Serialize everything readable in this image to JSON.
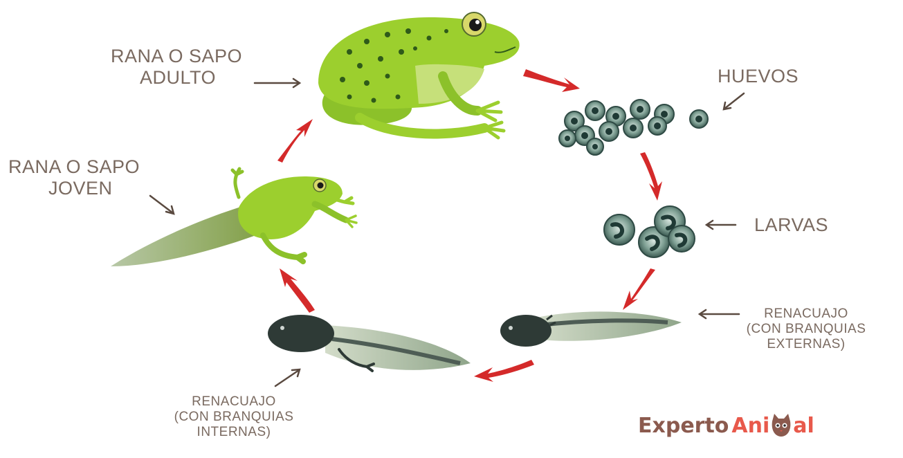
{
  "labels": {
    "adult": [
      "RANA O SAPO",
      "ADULTO"
    ],
    "young": [
      "RANA O SAPO",
      "JOVEN"
    ],
    "eggs": "HUEVOS",
    "larvae": "LARVAS",
    "tadpole_external": [
      "RENACUAJO",
      "(CON BRANQUIAS",
      "EXTERNAS)"
    ],
    "tadpole_internal": [
      "RENACUAJO",
      "(CON BRANQUIAS",
      "INTERNAS)"
    ]
  },
  "brand": {
    "part_a": "Experto",
    "part_b": "Ani",
    "part_c": "al"
  },
  "colors": {
    "label_text": "#7a6a60",
    "cycle_arrow": "#d42a2a",
    "pointer_arrow": "#5a4a40",
    "frog_green": "#9ccf2e",
    "frog_dark_spots": "#2f5a1a",
    "tadpole_dark": "#2e3a36",
    "tadpole_fin": "#a9b8a2",
    "brand_brown": "#8b5a4e",
    "brand_red": "#e8594b"
  },
  "icons": [
    "adult-frog",
    "eggs",
    "larvae",
    "tadpole-external-gills",
    "tadpole-internal-gills",
    "young-frog",
    "cat-logo"
  ]
}
